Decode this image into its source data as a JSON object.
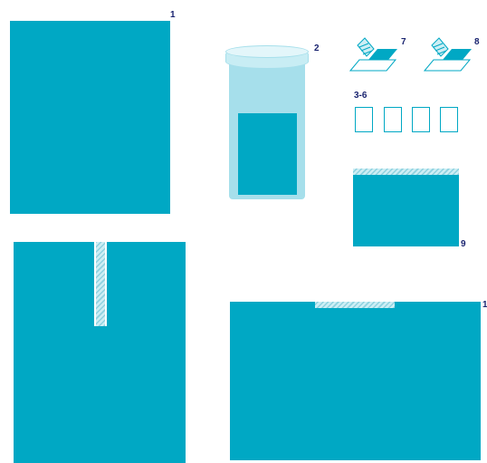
{
  "colors": {
    "teal": "#00a8c4",
    "jar_light": "#a6dfeb",
    "jar_lid": "#c8edf4",
    "label_navy": "#1a2470"
  },
  "items": [
    {
      "id": "drape-1",
      "number": "1",
      "kind": "large drape"
    },
    {
      "id": "jar-2",
      "number": "2",
      "kind": "container"
    },
    {
      "id": "small-drapes",
      "number": "3-6",
      "kind": "four small drapes"
    },
    {
      "id": "tape-7",
      "number": "7",
      "kind": "adhesive strip"
    },
    {
      "id": "tape-8",
      "number": "8",
      "kind": "adhesive strip"
    },
    {
      "id": "drape-9",
      "number": "9",
      "kind": "drape with adhesive edge"
    },
    {
      "id": "drape-split",
      "number": "",
      "kind": "drape with adhesive slit"
    },
    {
      "id": "drape-large",
      "number": "1",
      "kind": "large drape with adhesive strip"
    }
  ]
}
